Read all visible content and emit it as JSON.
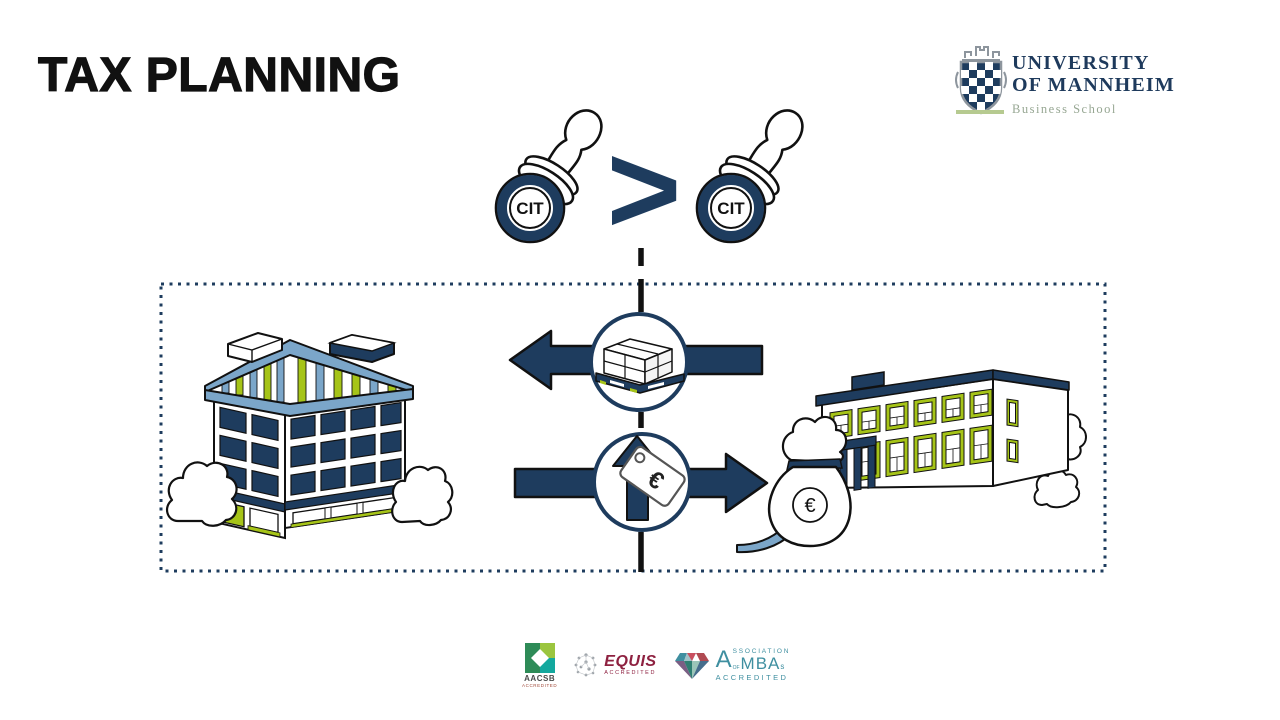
{
  "colors": {
    "navy": "#1e3c5e",
    "steel_blue": "#7ba6c9",
    "lime_green": "#a6c418",
    "outline_black": "#111111",
    "sage": "#97a793",
    "amba_teal": "#3f8fa0",
    "equis_red": "#8e2140"
  },
  "header": {
    "title": "TAX PLANNING"
  },
  "university": {
    "name_line1": "UNIVERSITY",
    "name_line2": "OF MANNHEIM",
    "subtitle": "Business School",
    "crest_icon": "mannheim-crest"
  },
  "tax_comparison": {
    "left_stamp_label": "CIT",
    "operator": ">",
    "right_stamp_label": "CIT",
    "left_icon": "cit-stamp-icon",
    "right_icon": "cit-stamp-icon"
  },
  "transaction_diagram": {
    "left_entity_icon": "office-building-icon",
    "right_entity_icon": "subsidiary-building-icon",
    "goods_flow_icon": "goods-pallet-icon",
    "payment_flow_icon": "price-increase-tag-icon",
    "price_tag_currency": "€",
    "money_bag_currency": "€",
    "money_bag_icon": "money-bag-icon"
  },
  "accreditations": {
    "aacsb": {
      "label": "AACSB",
      "sublabel": "ACCREDITED",
      "icon": "aacsb-logo"
    },
    "equis": {
      "label": "EQUIS",
      "sublabel": "ACCREDITED",
      "icon": "equis-globe-logo"
    },
    "amba": {
      "a_initial": "A",
      "association_rest": "SSOCIATION",
      "of": "OF",
      "mba_rest": "MBA",
      "s": "s",
      "sublabel": "ACCREDITED",
      "icon": "amba-gem-logo"
    }
  }
}
